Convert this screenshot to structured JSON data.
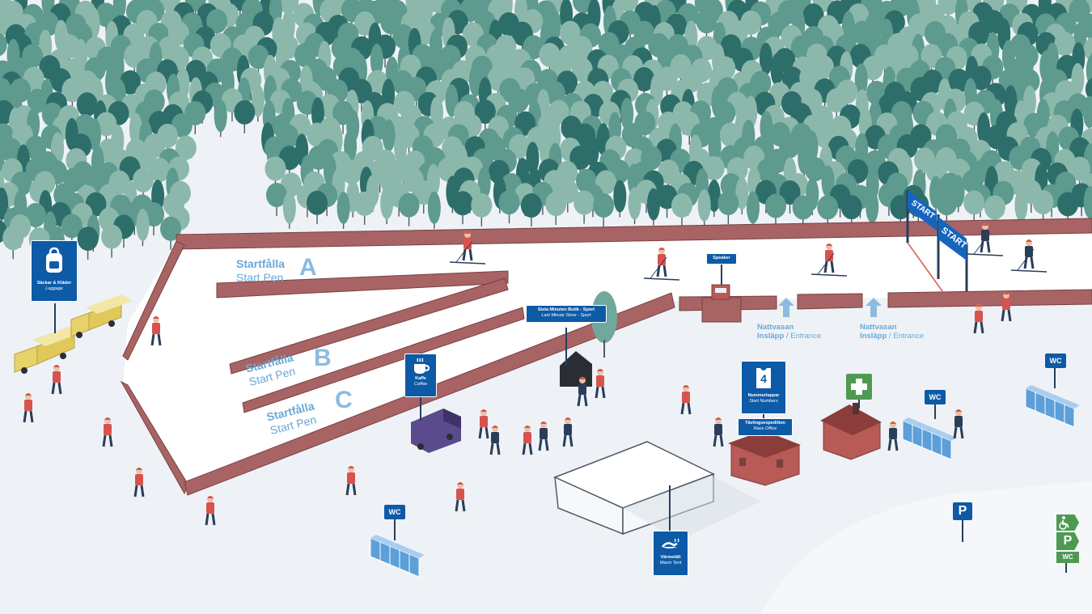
{
  "pens": [
    {
      "letter": "A",
      "sv": "Startfålla",
      "en": "Start Pen"
    },
    {
      "letter": "B",
      "sv": "Startfålla",
      "en": "Start Pen"
    },
    {
      "letter": "C",
      "sv": "Startfålla",
      "en": "Start Pen"
    }
  ],
  "signs": {
    "luggage": {
      "sv": "Säckar & Kläder",
      "en": "Luggage",
      "icon": "backpack-icon"
    },
    "coffee": {
      "sv": "Kaffe",
      "en": "Coffee",
      "icon": "coffee-cup-icon"
    },
    "store": {
      "sv": "Sista Minuten Butik - Sport",
      "en": "Last Minute Store - Sport"
    },
    "speaker": {
      "label": "Speaker"
    },
    "numbers": {
      "sv": "Nummerlappar",
      "en": "Start Numbers",
      "number": "4"
    },
    "race_office": {
      "sv": "Tävlingsexpedition",
      "en": "Race Office"
    },
    "warm_tent": {
      "sv": "Värmetält",
      "en": "Warm Tent",
      "icon": "warm-tent-icon"
    }
  },
  "entrances": [
    {
      "sv1": "Nattvasan",
      "sv2": "Insläpp",
      "sep": " / ",
      "en": "Entrance"
    },
    {
      "sv1": "Nattvasan",
      "sv2": "Insläpp",
      "sep": " / ",
      "en": "Entrance"
    }
  ],
  "start_banners": [
    "START",
    "START"
  ],
  "wc_label": "WC",
  "parking_label": "P",
  "legend": {
    "accessible_icon": "wheelchair-icon",
    "parking": "P",
    "wc": "WC"
  },
  "colors": {
    "snow": "#eef2f6",
    "pen_snow": "#ffffff",
    "fence": "#a86464",
    "tree_light": "#8cb8ac",
    "tree_mid": "#5e9a8e",
    "tree_dark": "#2e6e6a",
    "sign_blue": "#0d5aa7",
    "label_blue": "#6aa7d6",
    "jacket_red": "#d8524e",
    "person_dark": "#2a3e5a",
    "building_red": "#b85a56",
    "medical_green": "#4e9a52",
    "toilet_blue": "#5d9fd8",
    "van_purple": "#5b4a8c",
    "truck_yellow": "#e8d26a"
  }
}
